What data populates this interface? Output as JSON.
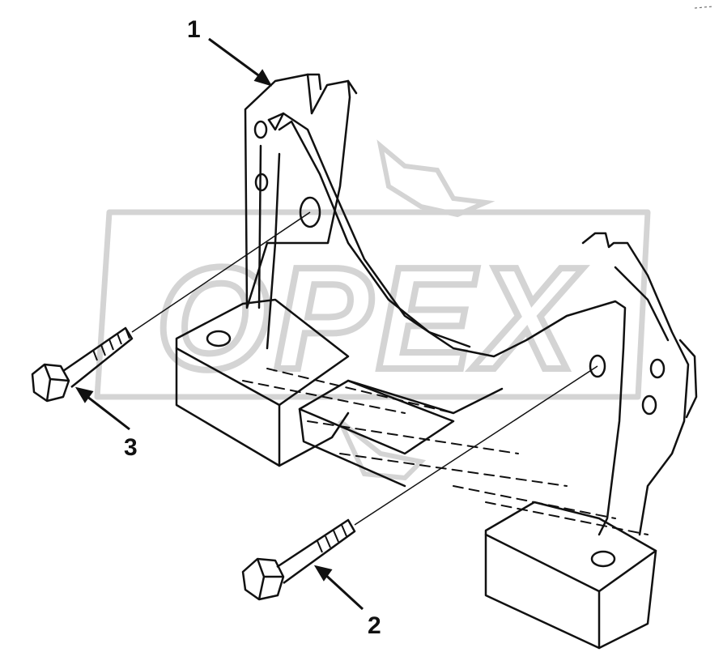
{
  "watermark": {
    "text": "OPEX"
  },
  "callouts": [
    {
      "number": "1",
      "part": "mounting-bracket"
    },
    {
      "number": "2",
      "part": "long-bolt"
    },
    {
      "number": "3",
      "part": "short-bolt"
    }
  ],
  "colors": {
    "line": "#111111",
    "watermark": "#d4d4d4",
    "background": "#ffffff"
  }
}
